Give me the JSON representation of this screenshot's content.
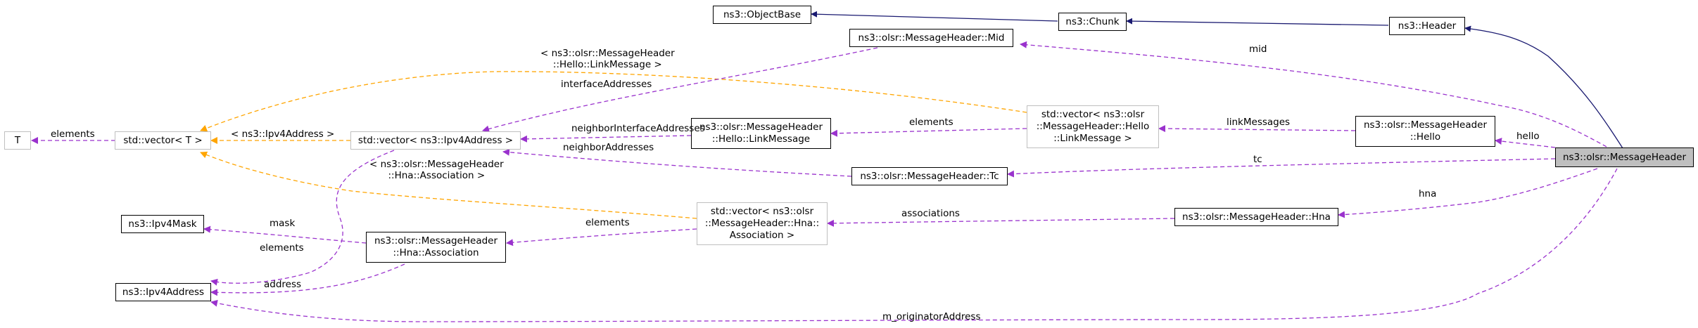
{
  "colors": {
    "inheritance": "#191970",
    "usage": "#9a32cd",
    "template": "#ffa500",
    "focus_fill": "#bfbfbf",
    "template_border": "#bfbfbf"
  },
  "nodes": {
    "object_base": "ns3::ObjectBase",
    "chunk": "ns3::Chunk",
    "header": "ns3::Header",
    "mid": "ns3::olsr::MessageHeader::Mid",
    "t": "T",
    "vector_t": "std::vector< T >",
    "vector_ipv4": "std::vector< ns3::Ipv4Address >",
    "link_message": "ns3::olsr::MessageHeader\n::Hello::LinkMessage",
    "vector_link": "std::vector< ns3::olsr\n::MessageHeader::Hello\n::LinkMessage >",
    "hello": "ns3::olsr::MessageHeader\n::Hello",
    "message_header": "ns3::olsr::MessageHeader",
    "tc": "ns3::olsr::MessageHeader::Tc",
    "ipv4_mask": "ns3::Ipv4Mask",
    "hna_association": "ns3::olsr::MessageHeader\n::Hna::Association",
    "vector_hna": "std::vector< ns3::olsr\n::MessageHeader::Hna::\nAssociation >",
    "hna": "ns3::olsr::MessageHeader::Hna",
    "ipv4_address": "ns3::Ipv4Address"
  },
  "edge_labels": {
    "mid": "mid",
    "link_message_template": "< ns3::olsr::MessageHeader\n::Hello::LinkMessage >",
    "interface_addresses": "interfaceAddresses",
    "elements_t": "elements",
    "ipv4_template": "< ns3::Ipv4Address >",
    "neighbor_interface_addresses": "neighborInterfaceAddresses",
    "elements_link": "elements",
    "link_messages": "linkMessages",
    "hello": "hello",
    "neighbor_addresses": "neighborAddresses",
    "tc": "tc",
    "hna_template": "< ns3::olsr::MessageHeader\n::Hna::Association >",
    "mask": "mask",
    "elements_hna": "elements",
    "associations": "associations",
    "hna": "hna",
    "elements_ipv4": "elements",
    "address": "address",
    "originator_address": "m_originatorAddress"
  }
}
